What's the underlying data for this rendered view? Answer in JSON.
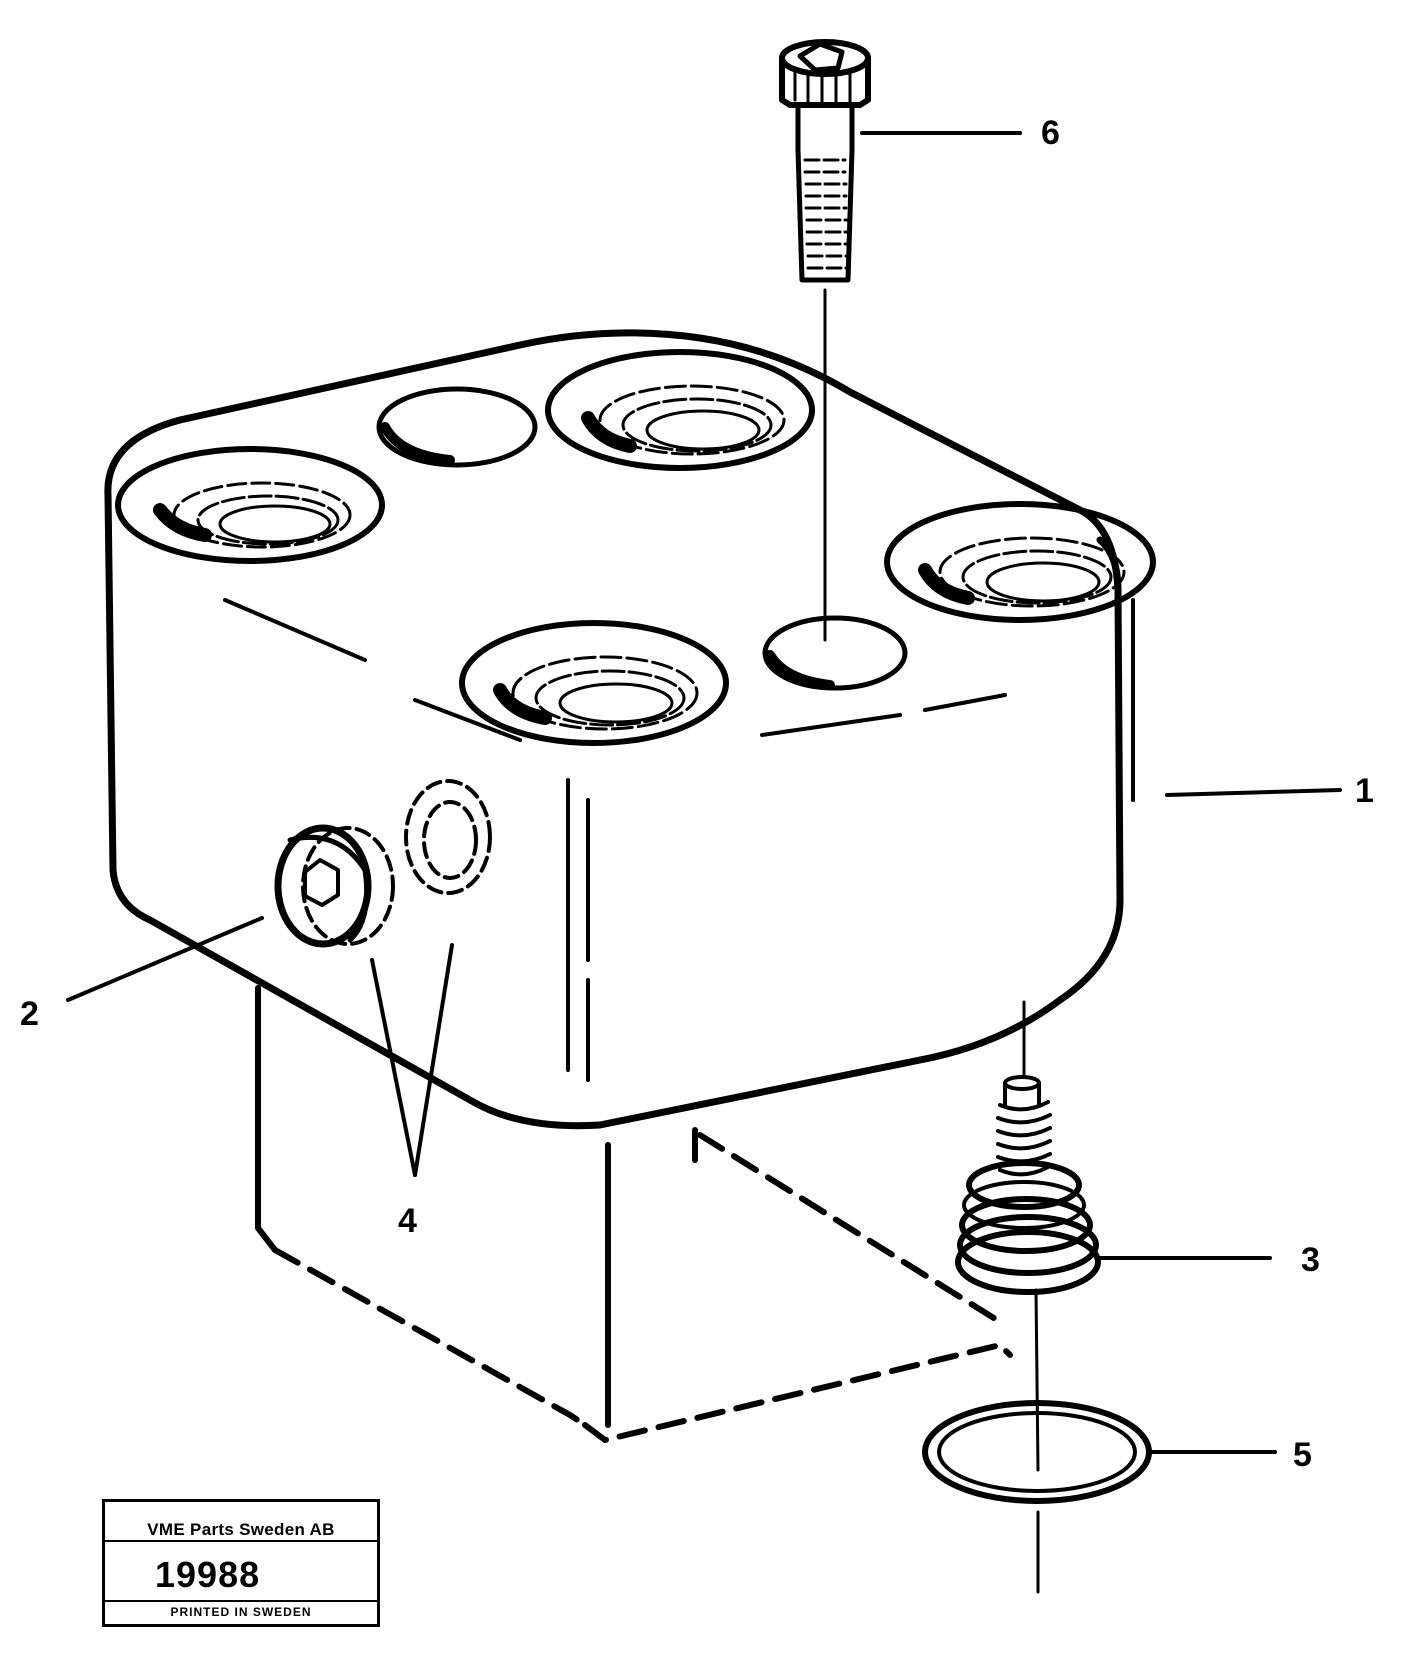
{
  "callouts": [
    {
      "id": "1",
      "label": "1"
    },
    {
      "id": "2",
      "label": "2"
    },
    {
      "id": "3",
      "label": "3"
    },
    {
      "id": "4",
      "label": "4"
    },
    {
      "id": "5",
      "label": "5"
    },
    {
      "id": "6",
      "label": "6"
    }
  ],
  "stamp": {
    "company": "VME Parts Sweden AB",
    "drawing_number": "19988",
    "footer": "PRINTED IN SWEDEN"
  },
  "colors": {
    "ink": "#000000",
    "paper": "#ffffff"
  }
}
